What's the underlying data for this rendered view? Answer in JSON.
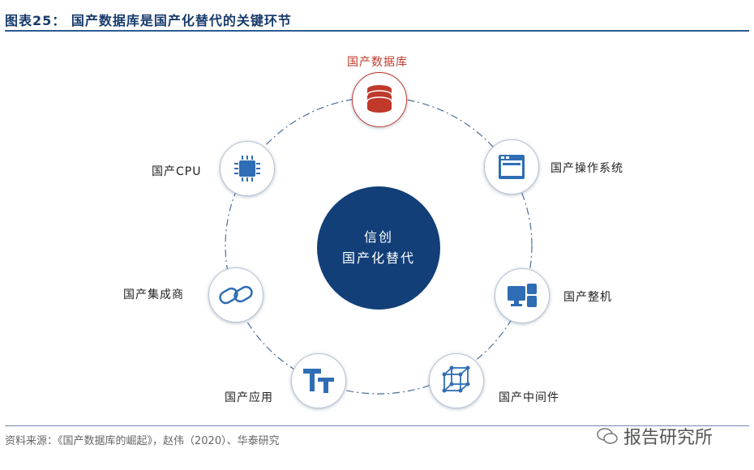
{
  "title": "图表25： 国产数据库是国产化替代的关键环节",
  "center": {
    "line1": "信创",
    "line2": "国产化替代"
  },
  "nodes": {
    "database": {
      "label": "国产数据库",
      "icon": "database-icon",
      "color": "#c0392b"
    },
    "os": {
      "label": "国产操作系统",
      "icon": "window-icon"
    },
    "machine": {
      "label": "国产整机",
      "icon": "computer-icon"
    },
    "middleware": {
      "label": "国产中间件",
      "icon": "cube-icon"
    },
    "application": {
      "label": "国产应用",
      "icon": "text-tt-icon"
    },
    "integrator": {
      "label": "国产集成商",
      "icon": "link-icon"
    },
    "cpu": {
      "label": "国产CPU",
      "icon": "chip-icon"
    }
  },
  "source": "资料来源：《国产数据库的崛起》，赵伟（2020）、华泰研究",
  "watermark": "报告研究所",
  "colors": {
    "primary": "#123f78",
    "accent": "#c0392b",
    "icon_blue": "#2f6db5"
  }
}
